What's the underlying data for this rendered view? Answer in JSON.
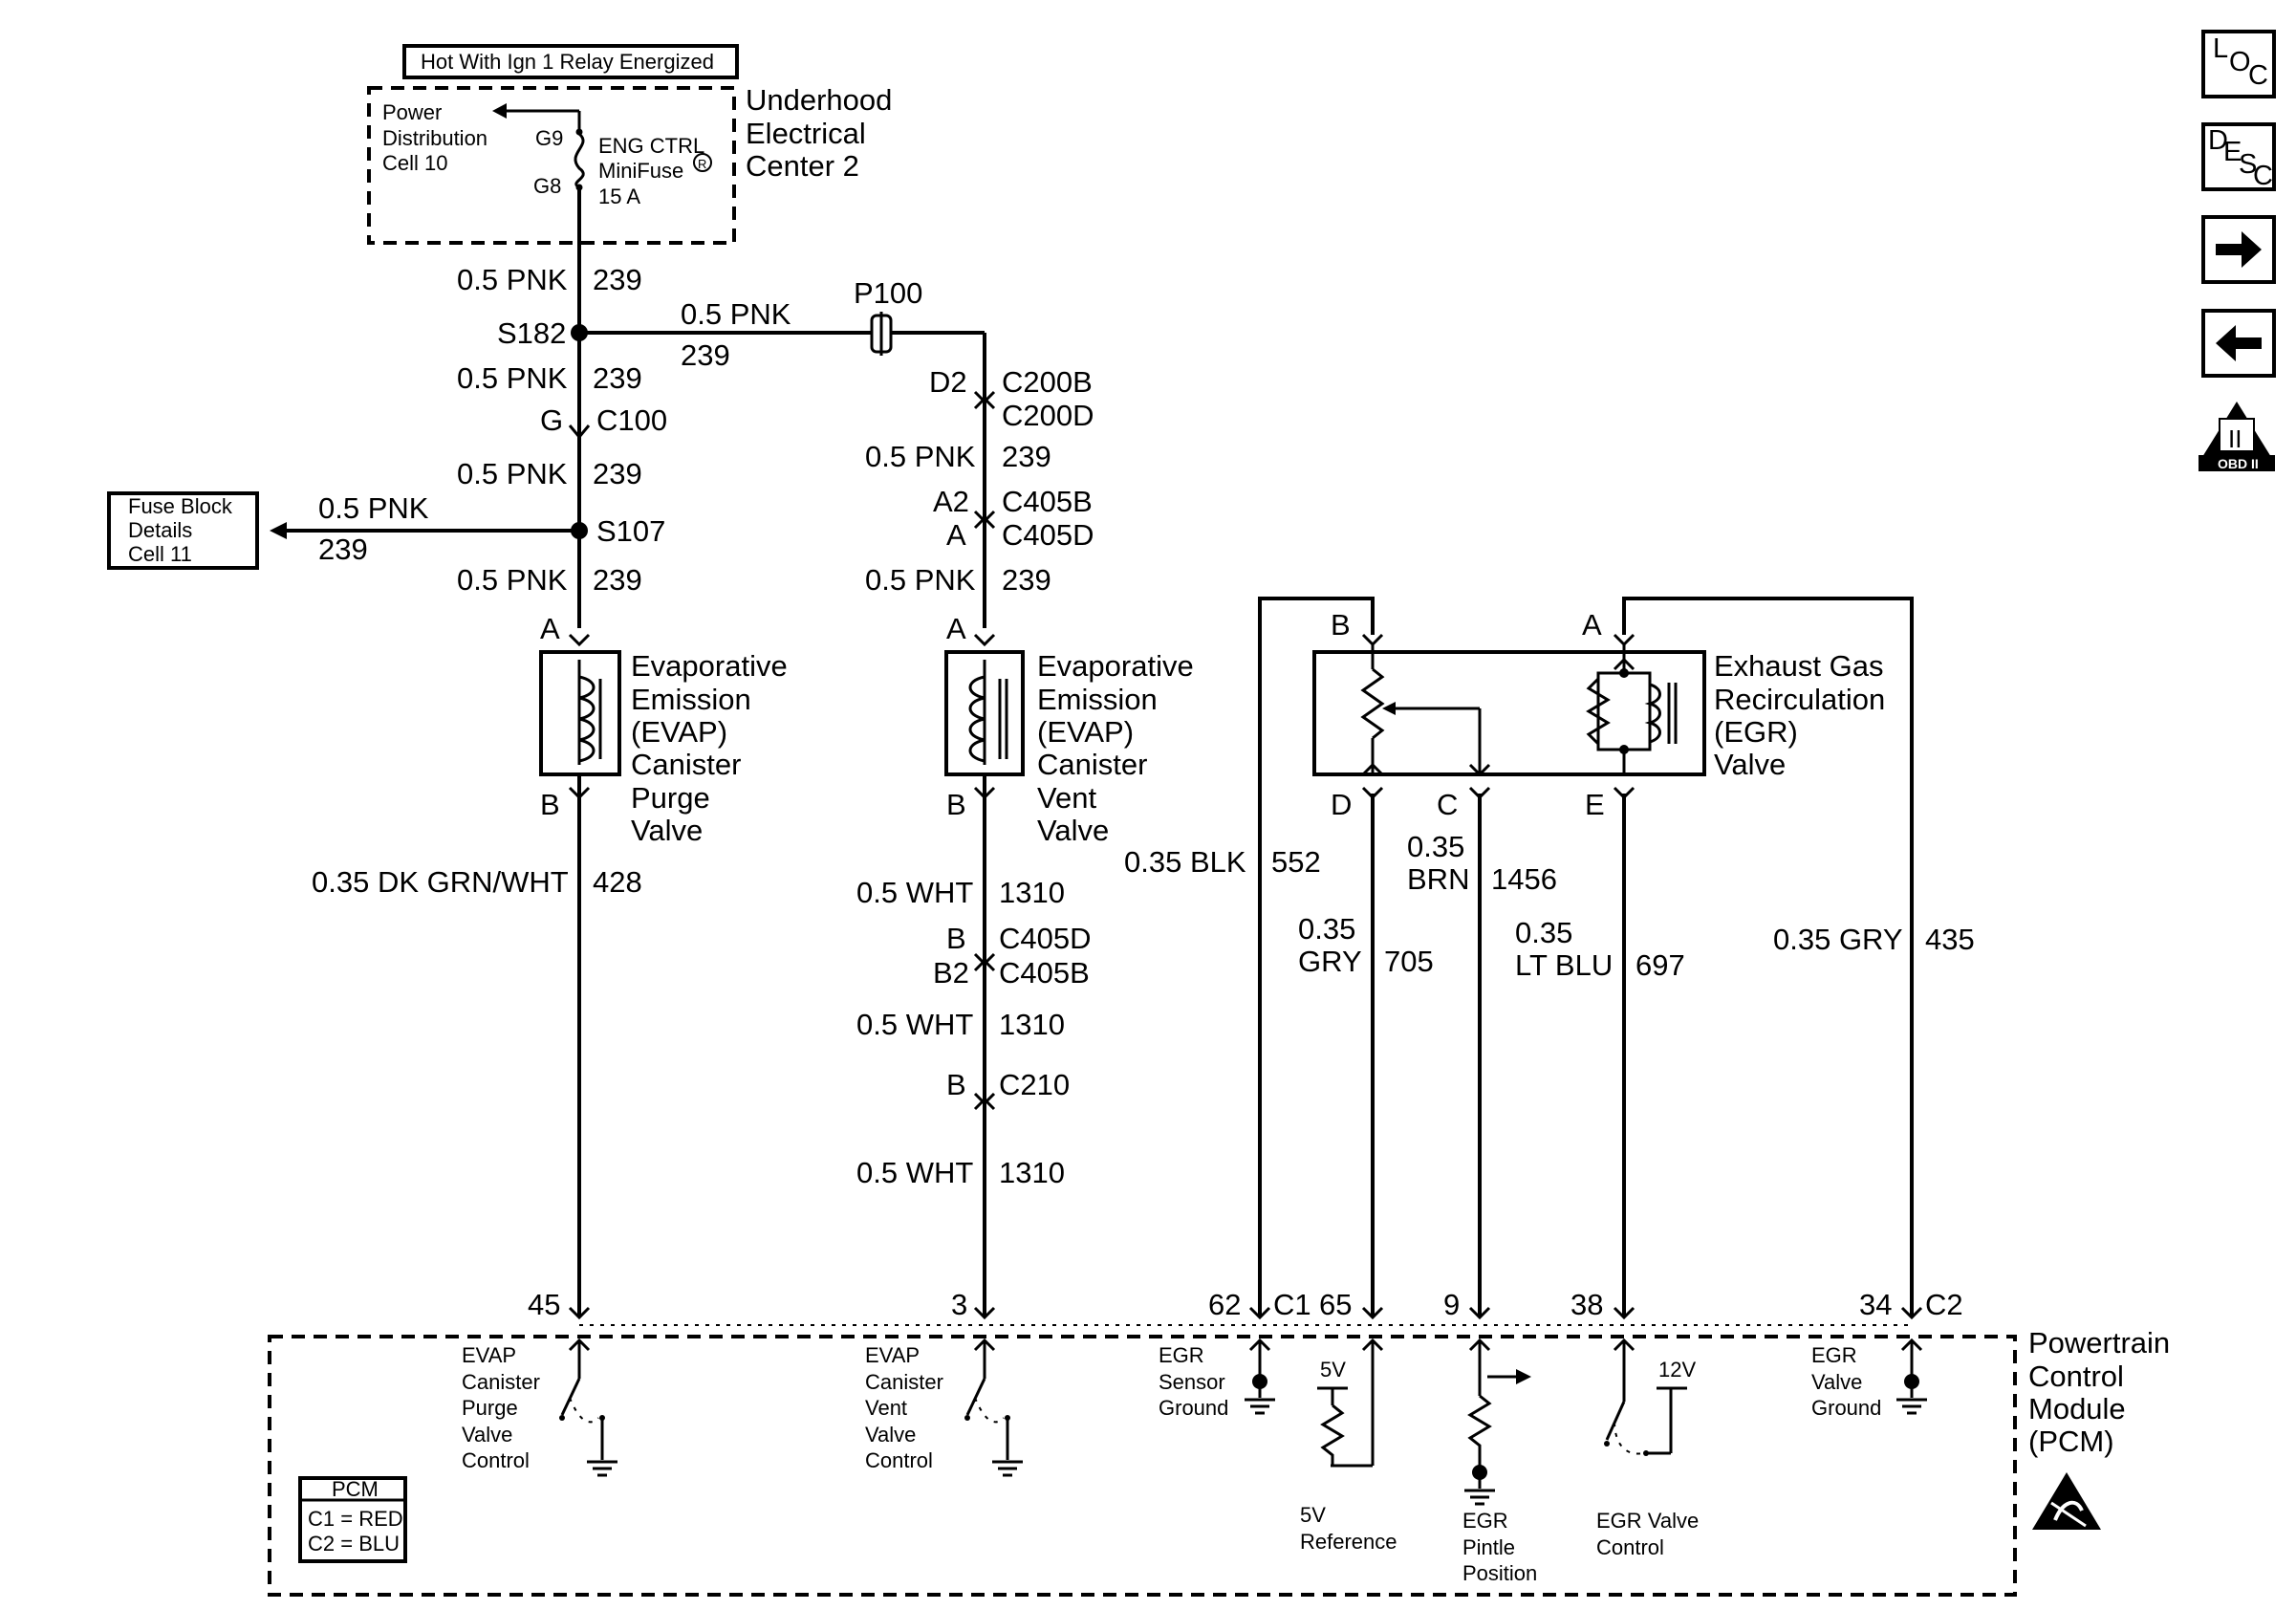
{
  "nav": {
    "loc": "LOC",
    "desc": "DESC",
    "obd": "OBD II",
    "obd_num": "II"
  },
  "header_box": "Hot With Ign 1 Relay Energized",
  "uec": {
    "title": [
      "Underhood",
      "Electrical",
      "Center 2"
    ],
    "power_dist": [
      "Power",
      "Distribution",
      "Cell 10"
    ],
    "pin_g9": "G9",
    "pin_g8": "G8",
    "fuse": [
      "ENG CTRL",
      "MiniFuse",
      "15 A"
    ],
    "fuse_mark": "R"
  },
  "fuse_block": [
    "Fuse Block",
    "Details",
    "Cell 11"
  ],
  "wires": {
    "pnk": "0.5 PNK",
    "c239": "239",
    "dkgrn": "0.35 DK GRN/WHT",
    "c428": "428",
    "wht": "0.5 WHT",
    "c1310": "1310",
    "blk": "0.35 BLK",
    "c552": "552",
    "gry_a": "0.35",
    "gry_b": "GRY",
    "c705": "705",
    "brn_a": "0.35",
    "brn_b": "BRN",
    "c1456": "1456",
    "ltblu_a": "0.35",
    "ltblu_b": "LT BLU",
    "c697": "697",
    "gry435": "0.35 GRY",
    "c435": "435"
  },
  "splices": {
    "s182": "S182",
    "s107": "S107",
    "p100": "P100"
  },
  "connectors": {
    "g": "G",
    "c100": "C100",
    "d2": "D2",
    "c200b": "C200B",
    "c200d": "C200D",
    "a2": "A2",
    "c405b": "C405B",
    "a": "A",
    "c405d": "C405D",
    "b": "B",
    "b2": "B2",
    "c210": "C210",
    "d": "D",
    "c": "C",
    "e": "E"
  },
  "purge_valve": [
    "Evaporative",
    "Emission",
    "(EVAP)",
    "Canister",
    "Purge",
    "Valve"
  ],
  "vent_valve": [
    "Evaporative",
    "Emission",
    "(EVAP)",
    "Canister",
    "Vent",
    "Valve"
  ],
  "egr_valve": [
    "Exhaust Gas",
    "Recirculation",
    "(EGR)",
    "Valve"
  ],
  "pcm": {
    "title": [
      "Powertrain",
      "Control",
      "Module",
      "(PCM)"
    ],
    "pins": {
      "p45": "45",
      "p3": "3",
      "p62": "62",
      "c1": "C1",
      "p65": "65",
      "p9": "9",
      "p38": "38",
      "p34": "34",
      "c2": "C2"
    },
    "purge_ctrl": [
      "EVAP",
      "Canister",
      "Purge",
      "Valve",
      "Control"
    ],
    "vent_ctrl": [
      "EVAP",
      "Canister",
      "Vent",
      "Valve",
      "Control"
    ],
    "sensor_gnd": [
      "EGR",
      "Sensor",
      "Ground"
    ],
    "v5": "5V",
    "v5_ref": [
      "5V",
      "Reference"
    ],
    "pintle": [
      "EGR",
      "Pintle",
      "Position"
    ],
    "v12": "12V",
    "egr_ctrl": [
      "EGR Valve",
      "Control"
    ],
    "valve_gnd": [
      "EGR",
      "Valve",
      "Ground"
    ],
    "legend_title": "PCM",
    "legend_c1": "C1 = RED",
    "legend_c2": "C2 = BLU"
  }
}
